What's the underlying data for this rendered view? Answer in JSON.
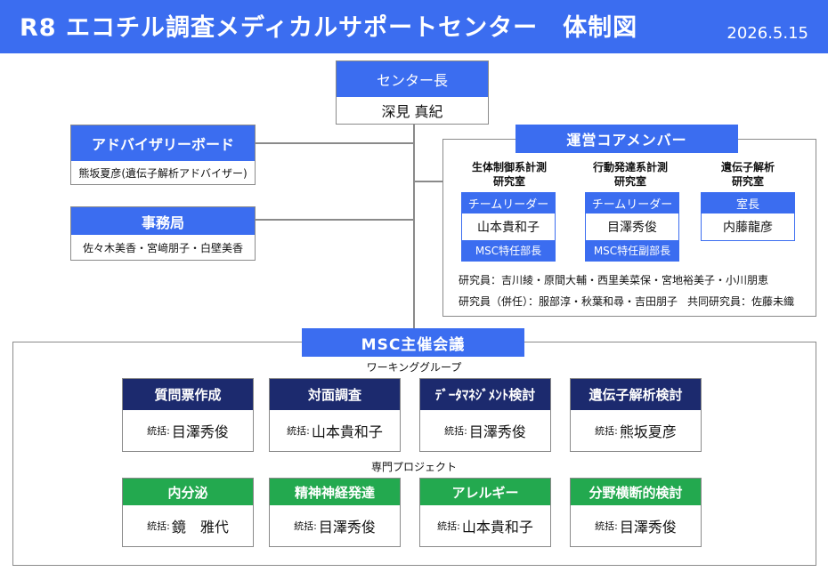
{
  "header": {
    "title": "R8 エコチル調査メディカルサポートセンター　体制図",
    "date": "2026.5.15"
  },
  "colors": {
    "primary_blue": "#3b6df0",
    "navy": "#1c2a6e",
    "green": "#23a94f",
    "line": "#8a8a8a"
  },
  "director": {
    "role": "センター長",
    "name": "深見 真紀"
  },
  "advisory": {
    "role": "アドバイザリーボード",
    "member": "熊坂夏彦(遺伝子解析アドバイザー)"
  },
  "office": {
    "role": "事務局",
    "members": "佐々木美香・宮﨑朋子・白壁美香"
  },
  "core": {
    "title": "運営コアメンバー",
    "labs": [
      {
        "name_line1": "生体制御系計測",
        "name_line2": "研究室",
        "role": "チームリーダー",
        "person": "山本貴和子",
        "sub_role": "MSC特任部長"
      },
      {
        "name_line1": "行動発達系計測",
        "name_line2": "研究室",
        "role": "チームリーダー",
        "person": "目澤秀俊",
        "sub_role": "MSC特任副部長"
      },
      {
        "name_line1": "遺伝子解析",
        "name_line2": "研究室",
        "role": "室長",
        "person": "内藤龍彦"
      }
    ],
    "researchers": "研究員：吉川綾・原間大輔・西里美菜保・宮地裕美子・小川朋恵",
    "concurrent": "研究員（併任）：服部淳・秋葉和尋・吉田朋子",
    "joint": "共同研究員：佐藤未織"
  },
  "msc": {
    "title": "MSC主催会議",
    "working_group_label": "ワーキンググループ",
    "project_label": "専門プロジェクト",
    "lead_prefix": "統括:",
    "working_groups": [
      {
        "title": "質問票作成",
        "lead": "目澤秀俊"
      },
      {
        "title": "対面調査",
        "lead": "山本貴和子"
      },
      {
        "title": "ﾃﾞｰﾀﾏﾈｼﾞﾒﾝﾄ検討",
        "lead": "目澤秀俊"
      },
      {
        "title": "遺伝子解析検討",
        "lead": "熊坂夏彦"
      }
    ],
    "projects": [
      {
        "title": "内分泌",
        "lead": "鏡　雅代"
      },
      {
        "title": "精神神経発達",
        "lead": "目澤秀俊"
      },
      {
        "title": "アレルギー",
        "lead": "山本貴和子"
      },
      {
        "title": "分野横断的検討",
        "lead": "目澤秀俊"
      }
    ]
  }
}
